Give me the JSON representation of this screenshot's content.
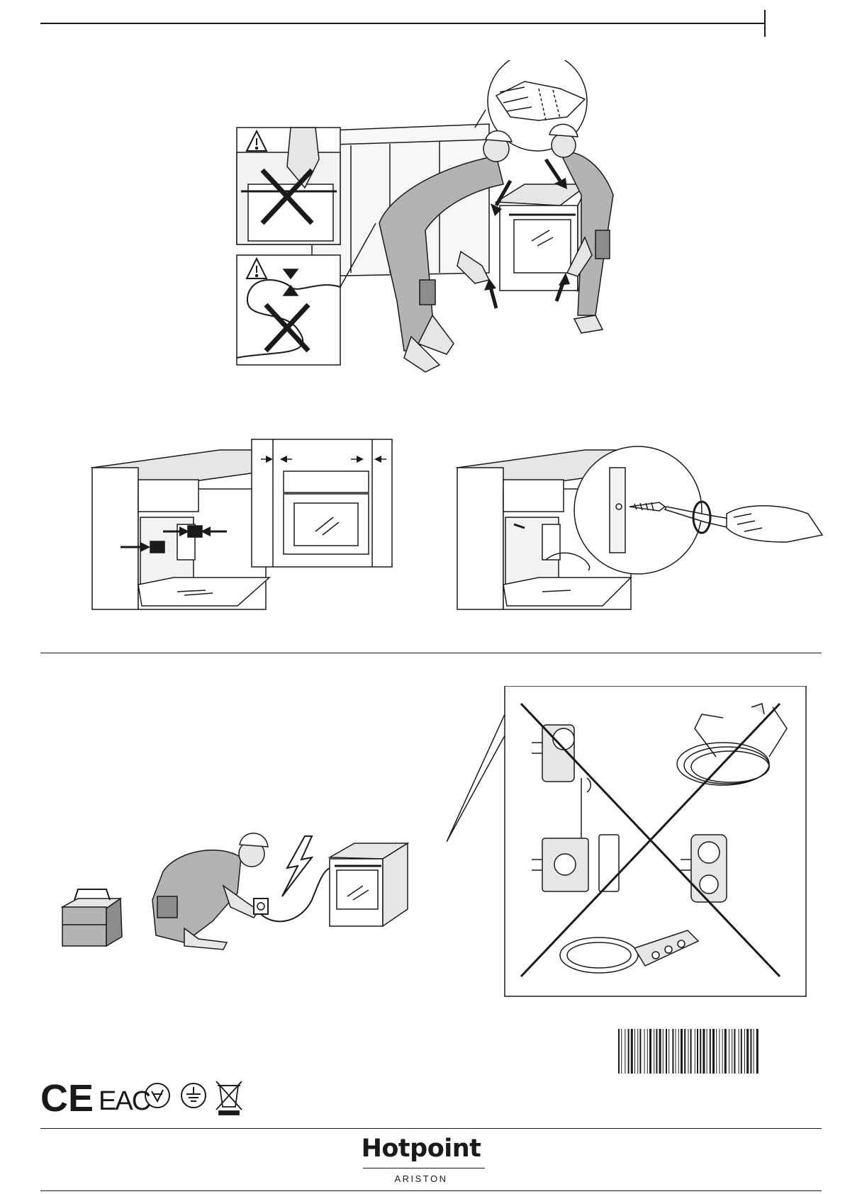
{
  "brand": {
    "name": "Hotpoint",
    "sub": "ARISTON"
  },
  "cert_marks": {
    "ce": "CE",
    "eac": "EAC"
  },
  "figures": [
    "lifting-with-gloves",
    "installation-warnings",
    "cavity-clearance",
    "screw-fixing",
    "electrical-connection",
    "prohibited-adapters"
  ],
  "colors": {
    "ink": "#1a1a1a",
    "fill_light": "#e6e6e6",
    "fill_mid": "#b3b3b3",
    "fill_dark": "#8c8c8c"
  }
}
